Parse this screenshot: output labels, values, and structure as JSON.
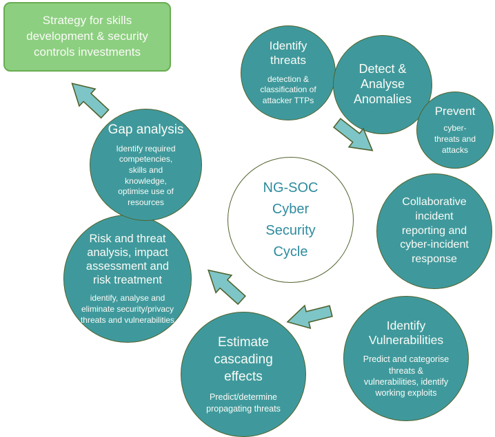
{
  "diagram": {
    "strategy_box": {
      "label": "Strategy for skills development & security controls investments"
    },
    "center": {
      "lines": [
        "NG-SOC",
        "Cyber",
        "Security",
        "Cycle"
      ]
    },
    "circles": [
      {
        "name": "identify-threats",
        "title": "Identify threats",
        "subtitle": "detection & classification of attacker TTPs"
      },
      {
        "name": "detect-analyse-anomalies",
        "title": "Detect & Analyse Anomalies"
      },
      {
        "name": "prevent",
        "title": "Prevent",
        "subtitle": "cyber-threats and attacks"
      },
      {
        "name": "collaborative-incident",
        "title": "Collaborative incident reporting and cyber-incident response"
      },
      {
        "name": "identify-vulnerabilities",
        "title": "Identify Vulnerabilities",
        "subtitle": "Predict and categorise threats & vulnerabilities, identify working exploits"
      },
      {
        "name": "estimate-cascading-effects",
        "title": "Estimate cascading effects",
        "subtitle": "Predict/determine propagating threats"
      },
      {
        "name": "risk-threat-analysis",
        "title": "Risk and threat analysis, impact assessment and risk treatment",
        "subtitle": "identify, analyse and eliminate security/privacy threats and vulnerabilities"
      },
      {
        "name": "gap-analysis",
        "title": "Gap analysis",
        "subtitle": "Identify required competencies, skills and knowledge, optimise use of resources"
      }
    ],
    "arrows": [
      {
        "name": "arrow-gap-to-strategy",
        "direction": "up-left"
      },
      {
        "name": "arrow-detect-to-collaborative",
        "direction": "down-right"
      },
      {
        "name": "arrow-vulnerabilities-to-estimate",
        "direction": "left"
      },
      {
        "name": "arrow-estimate-to-risk",
        "direction": "up-left"
      }
    ],
    "colors": {
      "circle_fill": "#3f999c",
      "shape_border": "#50622d",
      "arrow_fill": "#7ec5c7",
      "box_fill": "#8ccf80",
      "box_border": "#69ac51",
      "center_text": "#2e8b9e",
      "text_on_teal": "#fbfbf7"
    }
  }
}
